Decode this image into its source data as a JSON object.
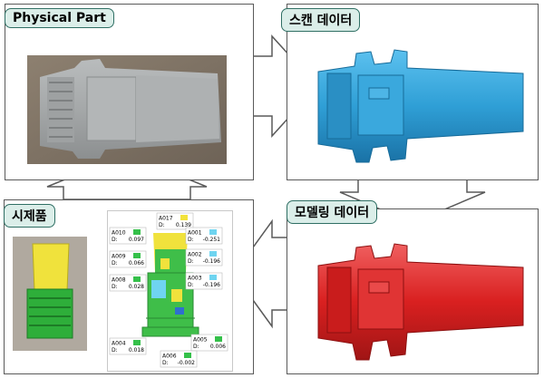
{
  "panels": {
    "physical_part": {
      "title": "Physical Part"
    },
    "scan_data": {
      "title": "스캔 데이터"
    },
    "model_data": {
      "title": "모델링 데이터"
    },
    "prototype": {
      "title": "시제품"
    }
  },
  "inspection_labels": [
    {
      "id": "A017",
      "d": "0.139",
      "color": "#f2e23a"
    },
    {
      "id": "A010",
      "d": "0.097",
      "color": "#35c04a"
    },
    {
      "id": "A001",
      "d": "-0.251",
      "color": "#6fd4f0"
    },
    {
      "id": "A009",
      "d": "0.066",
      "color": "#35c04a"
    },
    {
      "id": "A002",
      "d": "-0.196",
      "color": "#6fd4f0"
    },
    {
      "id": "A008",
      "d": "0.028",
      "color": "#35c04a"
    },
    {
      "id": "A003",
      "d": "-0.196",
      "color": "#6fd4f0"
    },
    {
      "id": "A004",
      "d": "0.018",
      "color": "#35c04a"
    },
    {
      "id": "A005",
      "d": "0.006",
      "color": "#35c04a"
    },
    {
      "id": "A006",
      "d": "-0.002",
      "color": "#35c04a"
    }
  ],
  "colors": {
    "scan": "#2f9fd6",
    "model": "#d92020",
    "prototype_top": "#f0e23c",
    "prototype_bottom": "#2eae3a",
    "tag_bg": "#dbeee9",
    "arrow_fill": "#ffffff"
  }
}
